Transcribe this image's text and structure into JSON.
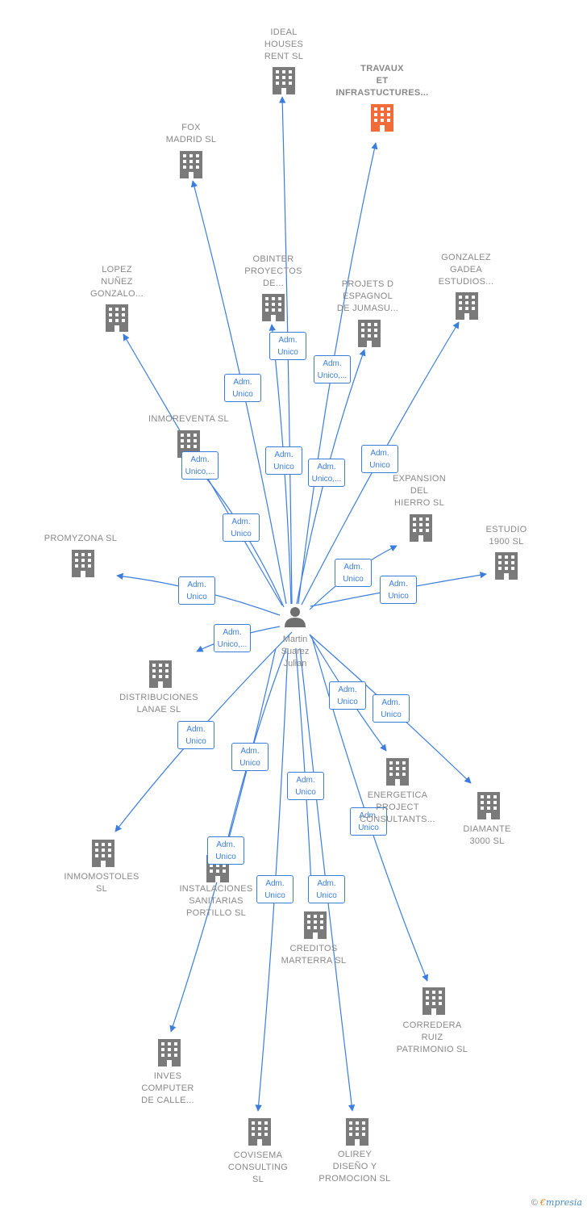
{
  "colors": {
    "edge": "#3b7ddd",
    "building": "#7a7a7a",
    "highlight": "#f26b3a",
    "label": "#888888"
  },
  "person": {
    "name": "Martin\nSuarez\nJulian",
    "icon": "person-icon"
  },
  "companies": [
    {
      "id": "ideal",
      "name": "IDEAL\nHOUSES\nRENT  SL",
      "icon": "building-icon"
    },
    {
      "id": "travaux",
      "name": "TRAVAUX\nET\nINFRASTUCTURES...",
      "icon": "building-icon",
      "highlight": true
    },
    {
      "id": "fox",
      "name": "FOX\nMADRID  SL",
      "icon": "building-icon"
    },
    {
      "id": "lopez",
      "name": "LOPEZ\nNUÑEZ\nGONZALO...",
      "icon": "building-icon"
    },
    {
      "id": "obinter",
      "name": "OBINTER\nPROYECTOS\nDE...",
      "icon": "building-icon"
    },
    {
      "id": "projets",
      "name": "PROJETS D\nESPAGNOL\nDE JUMASU...",
      "icon": "building-icon"
    },
    {
      "id": "gonzalez",
      "name": "GONZALEZ\nGADEA\nESTUDIOS...",
      "icon": "building-icon"
    },
    {
      "id": "inmoreventa",
      "name": "INMOREVENTA SL",
      "icon": "building-icon"
    },
    {
      "id": "expansion",
      "name": "EXPANSION\nDEL\nHIERRO SL",
      "icon": "building-icon"
    },
    {
      "id": "estudio",
      "name": "ESTUDIO\n1900 SL",
      "icon": "building-icon"
    },
    {
      "id": "promyzona",
      "name": "PROMYZONA SL",
      "icon": "building-icon"
    },
    {
      "id": "distribuciones",
      "name": "DISTRIBUCIONES\nLANAE SL",
      "icon": "building-icon"
    },
    {
      "id": "energetica",
      "name": "ENERGETICA\nPROJECT\nCONSULTANTS...",
      "icon": "building-icon"
    },
    {
      "id": "diamante",
      "name": "DIAMANTE\n3000 SL",
      "icon": "building-icon"
    },
    {
      "id": "inmomostoles",
      "name": "INMOMOSTOLES\nSL",
      "icon": "building-icon"
    },
    {
      "id": "instalaciones",
      "name": "INSTALACIONES\nSANITARIAS\nPORTILLO SL",
      "icon": "building-icon"
    },
    {
      "id": "creditos",
      "name": "CREDITOS\nMARTERRA SL",
      "icon": "building-icon"
    },
    {
      "id": "corredera",
      "name": "CORREDERA\nRUIZ\nPATRIMONIO SL",
      "icon": "building-icon"
    },
    {
      "id": "inves",
      "name": "INVES\nCOMPUTER\nDE CALLE...",
      "icon": "building-icon"
    },
    {
      "id": "covisema",
      "name": "COVISEMA\nCONSULTING\nSL",
      "icon": "building-icon"
    },
    {
      "id": "olirey",
      "name": "OLIREY\nDISEÑO Y\nPROMOCION SL",
      "icon": "building-icon"
    }
  ],
  "edges": [
    {
      "to": "ideal",
      "label": "Adm.\nUnico"
    },
    {
      "to": "travaux",
      "label": "Adm.\nUnico,..."
    },
    {
      "to": "fox",
      "label": "Adm.\nUnico"
    },
    {
      "to": "lopez",
      "label": "Adm.\nUnico,..."
    },
    {
      "to": "obinter",
      "label": "Adm.\nUnico"
    },
    {
      "to": "projets",
      "label": "Adm.\nUnico,..."
    },
    {
      "to": "gonzalez",
      "label": "Adm.\nUnico"
    },
    {
      "to": "inmoreventa",
      "label": "Adm.\nUnico"
    },
    {
      "to": "expansion",
      "label": "Adm.\nUnico"
    },
    {
      "to": "estudio",
      "label": "Adm.\nUnico"
    },
    {
      "to": "promyzona",
      "label": "Adm.\nUnico"
    },
    {
      "to": "distribuciones",
      "label": "Adm.\nUnico,..."
    },
    {
      "to": "energetica",
      "label": "Adm.\nUnico"
    },
    {
      "to": "diamante",
      "label": "Adm.\nUnico"
    },
    {
      "to": "inmomostoles",
      "label": "Adm.\nUnico"
    },
    {
      "to": "instalaciones",
      "label": "Adm.\nUnico"
    },
    {
      "to": "creditos",
      "label": "Adm.\nUnico"
    },
    {
      "to": "corredera",
      "label": "Adm.\nUnico"
    },
    {
      "to": "inves",
      "label": "Adm.\nUnico"
    },
    {
      "to": "covisema",
      "label": "Adm.\nUnico"
    },
    {
      "to": "olirey",
      "label": "Adm.\nUnico"
    }
  ],
  "brand": {
    "copyright": "©",
    "name_first": "€",
    "name_rest": "mpresia"
  }
}
